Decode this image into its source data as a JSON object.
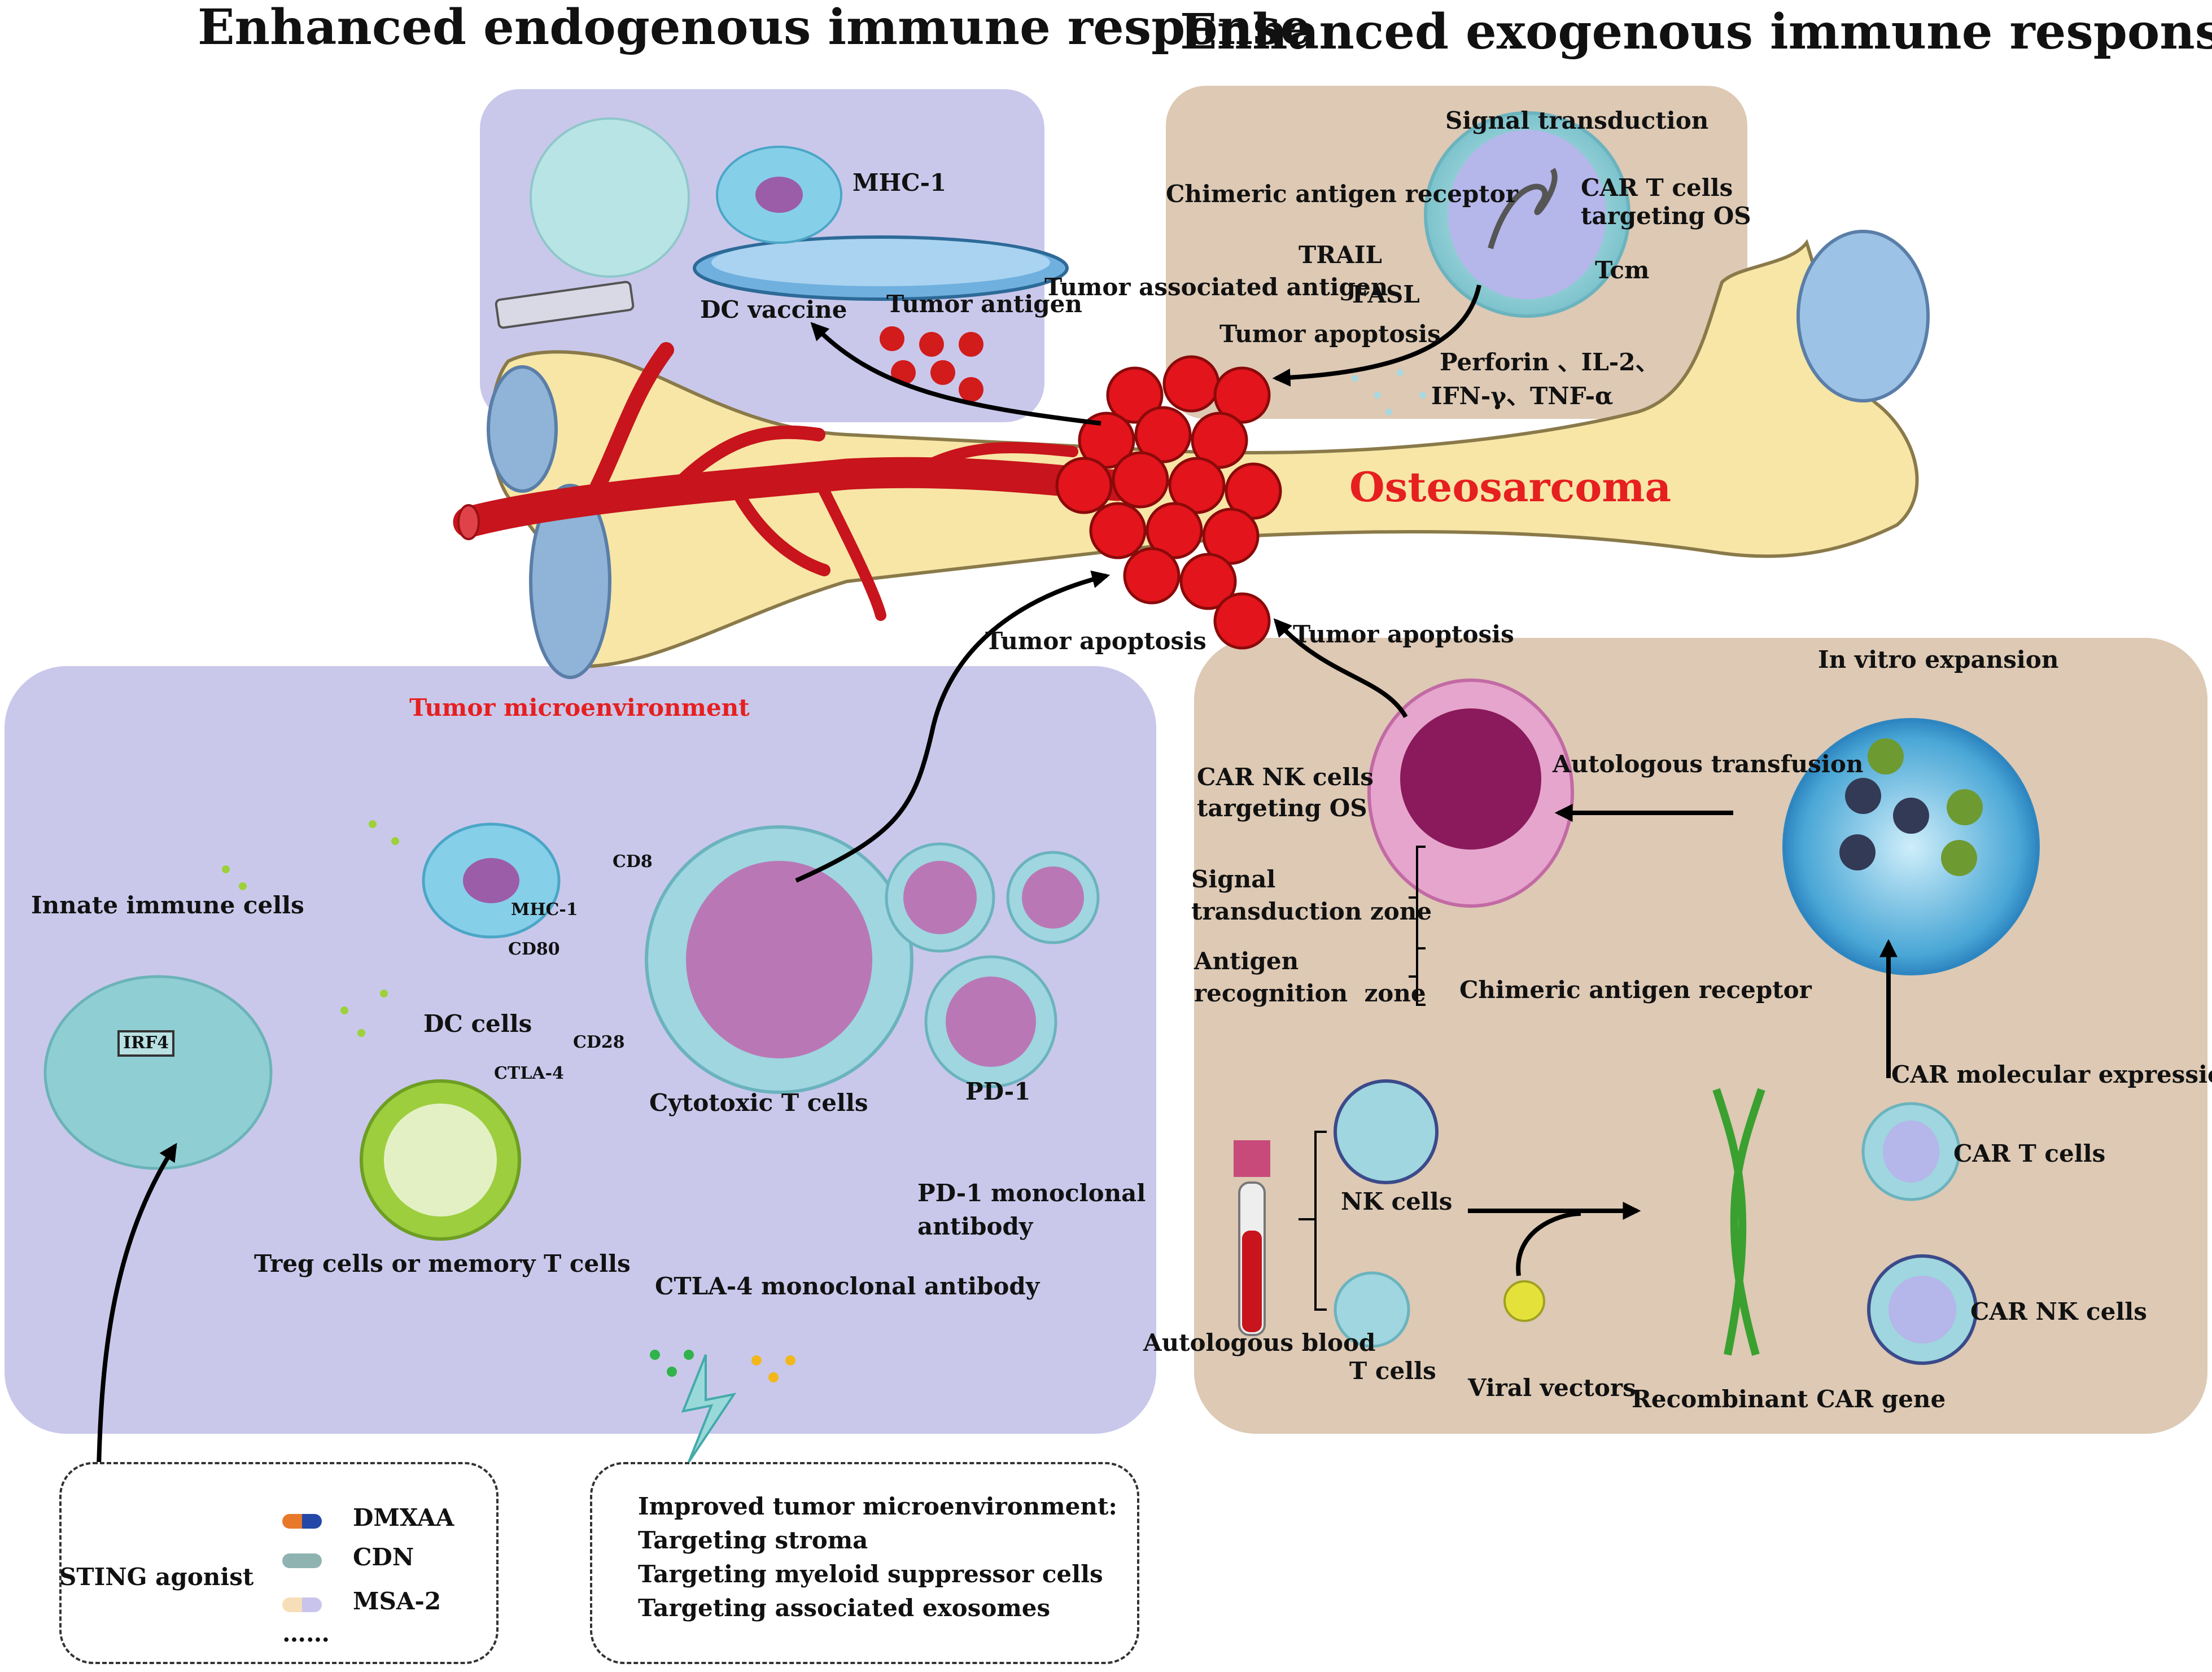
{
  "titles": {
    "left": "Enhanced endogenous immune response",
    "right": "Enhanced exogenous immune response"
  },
  "center": {
    "tumor": "Osteosarcoma"
  },
  "dc_vaccine_panel": {
    "mhc": "MHC-1",
    "dc_vaccine": "DC vaccine",
    "tumor_antigen": "Tumor antigen"
  },
  "car_t_panel": {
    "signal_transduction": "Signal transduction",
    "chimeric_antigen_receptor": "Chimeric antigen receptor",
    "car_t_targeting": "CAR T cells\ntargeting OS",
    "trail": "TRAIL",
    "fasl": "FASL",
    "tcm": "Tcm",
    "tumor_associated_antigen": "Tumor associated antigen",
    "tumor_apoptosis": "Tumor apoptosis",
    "cytokines_line1": "Perforin 、IL-2、",
    "cytokines_line2": "IFN-γ、TNF-α"
  },
  "tme_panel": {
    "title": "Tumor microenvironment",
    "innate": "Innate immune cells",
    "irf4": "IRF4",
    "dc_cells": "DC cells",
    "cd8": "CD8",
    "mhc": "MHC-1",
    "cd80": "CD80",
    "cd28": "CD28",
    "ctla4": "CTLA-4",
    "cytotoxic": "Cytotoxic T cells",
    "pd1": "PD-1",
    "pd1_antibody": "PD-1 monoclonal\nantibody",
    "treg": "Treg cells or memory T cells",
    "ctla4_antibody": "CTLA-4 monoclonal antibody"
  },
  "arrows": {
    "apoptosis_left": "Tumor apoptosis",
    "apoptosis_right": "Tumor apoptosis"
  },
  "car_nk_panel": {
    "in_vitro": "In vitro expansion",
    "car_nk_targeting": "CAR NK cells\ntargeting OS",
    "autologous_transfusion": "Autologous transfusion",
    "signal_zone": "Signal\ntransduction zone",
    "antigen_zone": "Antigen\nrecognition  zone",
    "chimeric": "Chimeric antigen receptor",
    "car_expression": "CAR molecular expression",
    "nk_cells": "NK cells",
    "car_t_cells": "CAR T cells",
    "t_cells": "T cells",
    "car_nk_cells": "CAR NK cells",
    "autologous_blood": "Autologous blood",
    "viral_vectors": "Viral vectors",
    "recombinant": "Recombinant CAR gene"
  },
  "sting_legend": {
    "label": "STING agonist",
    "items": [
      "DMXAA",
      "CDN",
      "MSA-2"
    ],
    "ellipsis": "……"
  },
  "improved_legend": {
    "title": "Improved tumor microenvironment:",
    "items": [
      "Targeting stroma",
      "Targeting myeloid suppressor cells",
      "Targeting associated exosomes"
    ]
  }
}
